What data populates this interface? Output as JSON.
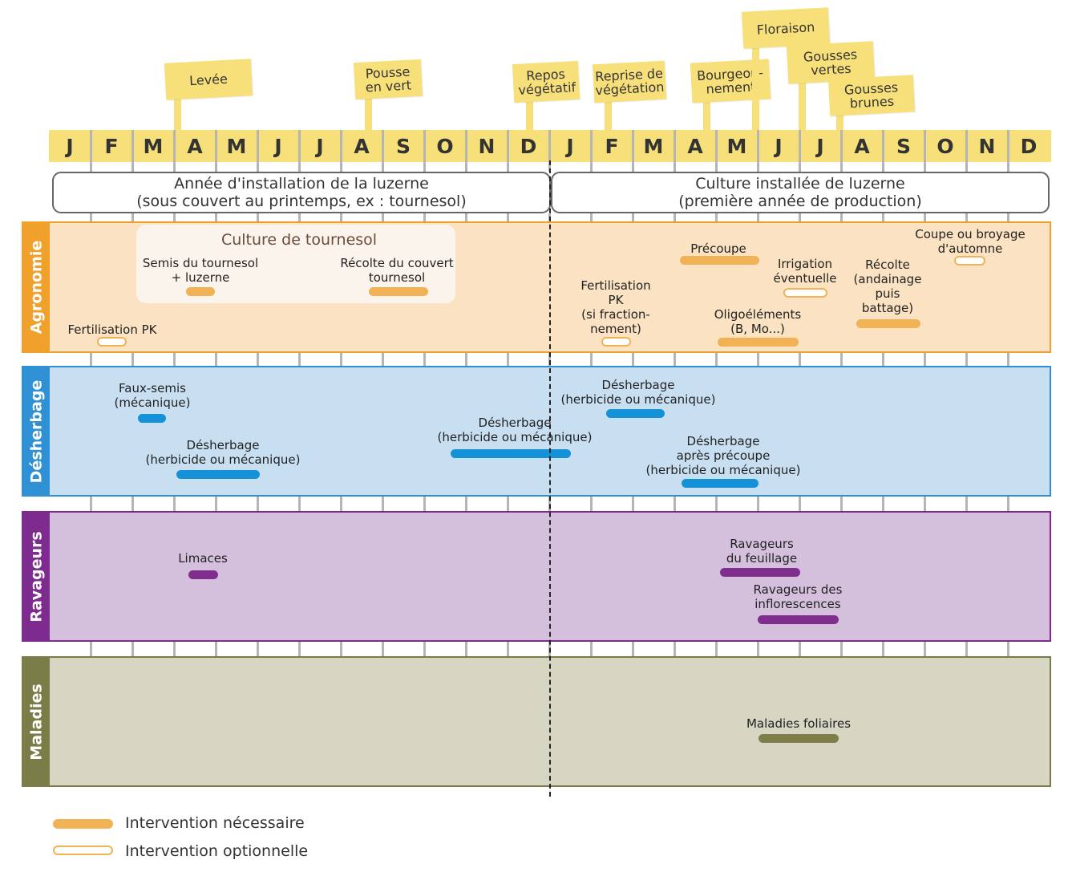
{
  "colors": {
    "yellow": "#f7e07a",
    "agronomie": "#f0a12b",
    "agronomie_bg": "#fae2c2",
    "desherbage": "#2f91d3",
    "desherbage_bg": "#c8dff2",
    "ravageurs": "#7d2b8f",
    "ravageurs_bg": "#d4bfdd",
    "maladies": "#7b7d48",
    "maladies_bg": "#d7d6c3",
    "orange_bar": "#f0b255",
    "blue_bar": "#1591d8",
    "purple_bar": "#7f2e8e",
    "olive_bar": "#7d7e48"
  },
  "stages": [
    {
      "text": "Levée"
    },
    {
      "text": "Pousse en vert"
    },
    {
      "text": "Repos végétatif"
    },
    {
      "text": "Reprise de végétation"
    },
    {
      "text": "Bourgeon-nement"
    },
    {
      "text": "Floraison"
    },
    {
      "text": "Gousses vertes"
    },
    {
      "text": "Gousses brunes"
    }
  ],
  "months": [
    "J",
    "F",
    "M",
    "A",
    "M",
    "J",
    "J",
    "A",
    "S",
    "O",
    "N",
    "D",
    "J",
    "F",
    "M",
    "A",
    "M",
    "J",
    "J",
    "A",
    "S",
    "O",
    "N",
    "D"
  ],
  "periods": [
    {
      "line1": "Année d'installation de la luzerne",
      "line2": "(sous couvert au printemps, ex : tournesol)"
    },
    {
      "line1": "Culture installée de luzerne",
      "line2": "(première année de production)"
    }
  ],
  "sections": {
    "agronomie": "Agronomie",
    "desherbage": "Désherbage",
    "ravageurs": "Ravageurs",
    "maladies": "Maladies"
  },
  "tournesol_box": "Culture de tournesol",
  "labels": {
    "semis_1": "Semis du tournesol",
    "semis_2": "+ luzerne",
    "recolte_couvert_1": "Récolte du couvert",
    "recolte_couvert_2": "tournesol",
    "fert_pk": "Fertilisation PK",
    "fert_pk2_1": "Fertilisation",
    "fert_pk2_2": "PK",
    "fert_pk2_3": "(si fraction-",
    "fert_pk2_4": "nement)",
    "precoupe": "Précoupe",
    "irrigation_1": "Irrigation",
    "irrigation_2": "éventuelle",
    "oligo_1": "Oligoéléments",
    "oligo_2": "(B, Mo...)",
    "recolte_1": "Récolte",
    "recolte_2": "(andainage",
    "recolte_3": "puis",
    "recolte_4": "battage)",
    "coupe_1": "Coupe ou broyage",
    "coupe_2": "d'automne",
    "fauxsemis_1": "Faux-semis",
    "fauxsemis_2": "(mécanique)",
    "desh1_1": "Désherbage",
    "desh1_2": "(herbicide ou mécanique)",
    "desh2_1": "Désherbage",
    "desh2_2": "(herbicide ou mécanique)",
    "desh3_1": "Désherbage",
    "desh3_2": "(herbicide ou mécanique)",
    "desh4_1": "Désherbage",
    "desh4_2": "après précoupe",
    "desh4_3": "(herbicide ou mécanique)",
    "limaces": "Limaces",
    "ravfeuil_1": "Ravageurs",
    "ravfeuil_2": "du feuillage",
    "ravinflo_1": "Ravageurs des",
    "ravinflo_2": "inflorescences",
    "maladies_foliaires": "Maladies foliaires"
  },
  "legend": {
    "necessaire": "Intervention nécessaire",
    "optionnelle": "Intervention optionnelle"
  }
}
